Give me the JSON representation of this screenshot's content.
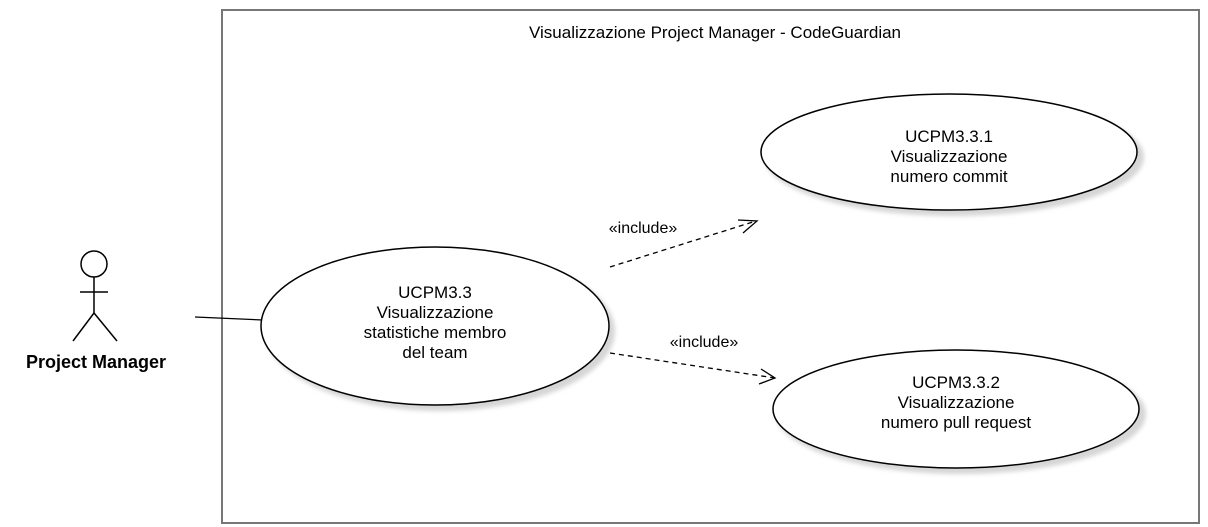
{
  "system": {
    "title": "Visualizzazione Project Manager - CodeGuardian"
  },
  "actor": {
    "label": "Project Manager",
    "icon": "stick-figure-icon"
  },
  "use_cases": {
    "main": {
      "id": "UCPM3.3",
      "lines": [
        "Visualizzazione",
        "statistiche membro",
        "del team"
      ]
    },
    "commit": {
      "id": "UCPM3.3.1",
      "lines": [
        "Visualizzazione",
        "numero commit"
      ]
    },
    "pull_request": {
      "id": "UCPM3.3.2",
      "lines": [
        "Visualizzazione",
        "numero pull request"
      ]
    }
  },
  "relations": {
    "include_commit": "«include»",
    "include_pull_request": "«include»"
  },
  "colors": {
    "stroke": "#000000",
    "boundary": "#777777",
    "shadow": "#d9d9d9"
  }
}
